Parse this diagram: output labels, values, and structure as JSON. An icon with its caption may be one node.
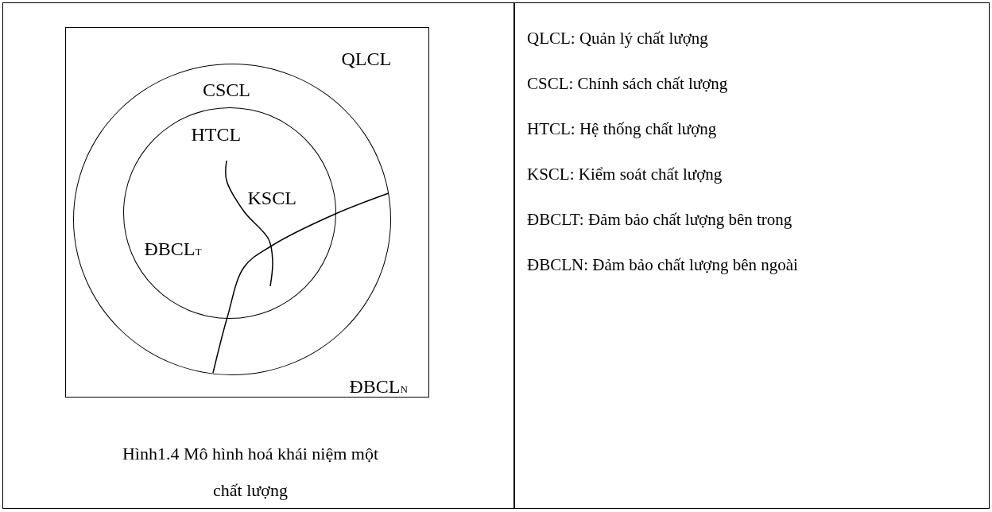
{
  "diagram": {
    "caption": "Hình1.4 Mô hình hoá khái niệm một chất lượng",
    "nodes": [
      {
        "text": [
          "QLCL",
          "ĐBCL$_{N}$"
        ]
      },
      {
        "text": [
          "CSCL"
        ],
        "in": 0
      },
      {
        "text": [
          "HTCL",
          "KSCL",
          "ĐBCL$_{T}$"
        ],
        "in": 1
      }
    ],
    "labels": [
      "QLCL: Quản lý chất lượng",
      "CSCL: Chính sách chất lượng",
      "HTCL: Hệ thống chất lượng",
      "KSCL: Kiểm soát chất lượng",
      "ĐBCLT: Đảm bảo chất lượng bên trong",
      "ĐBCLN: Đảm bảo chất lượng bên ngoài"
    ]
  }
}
